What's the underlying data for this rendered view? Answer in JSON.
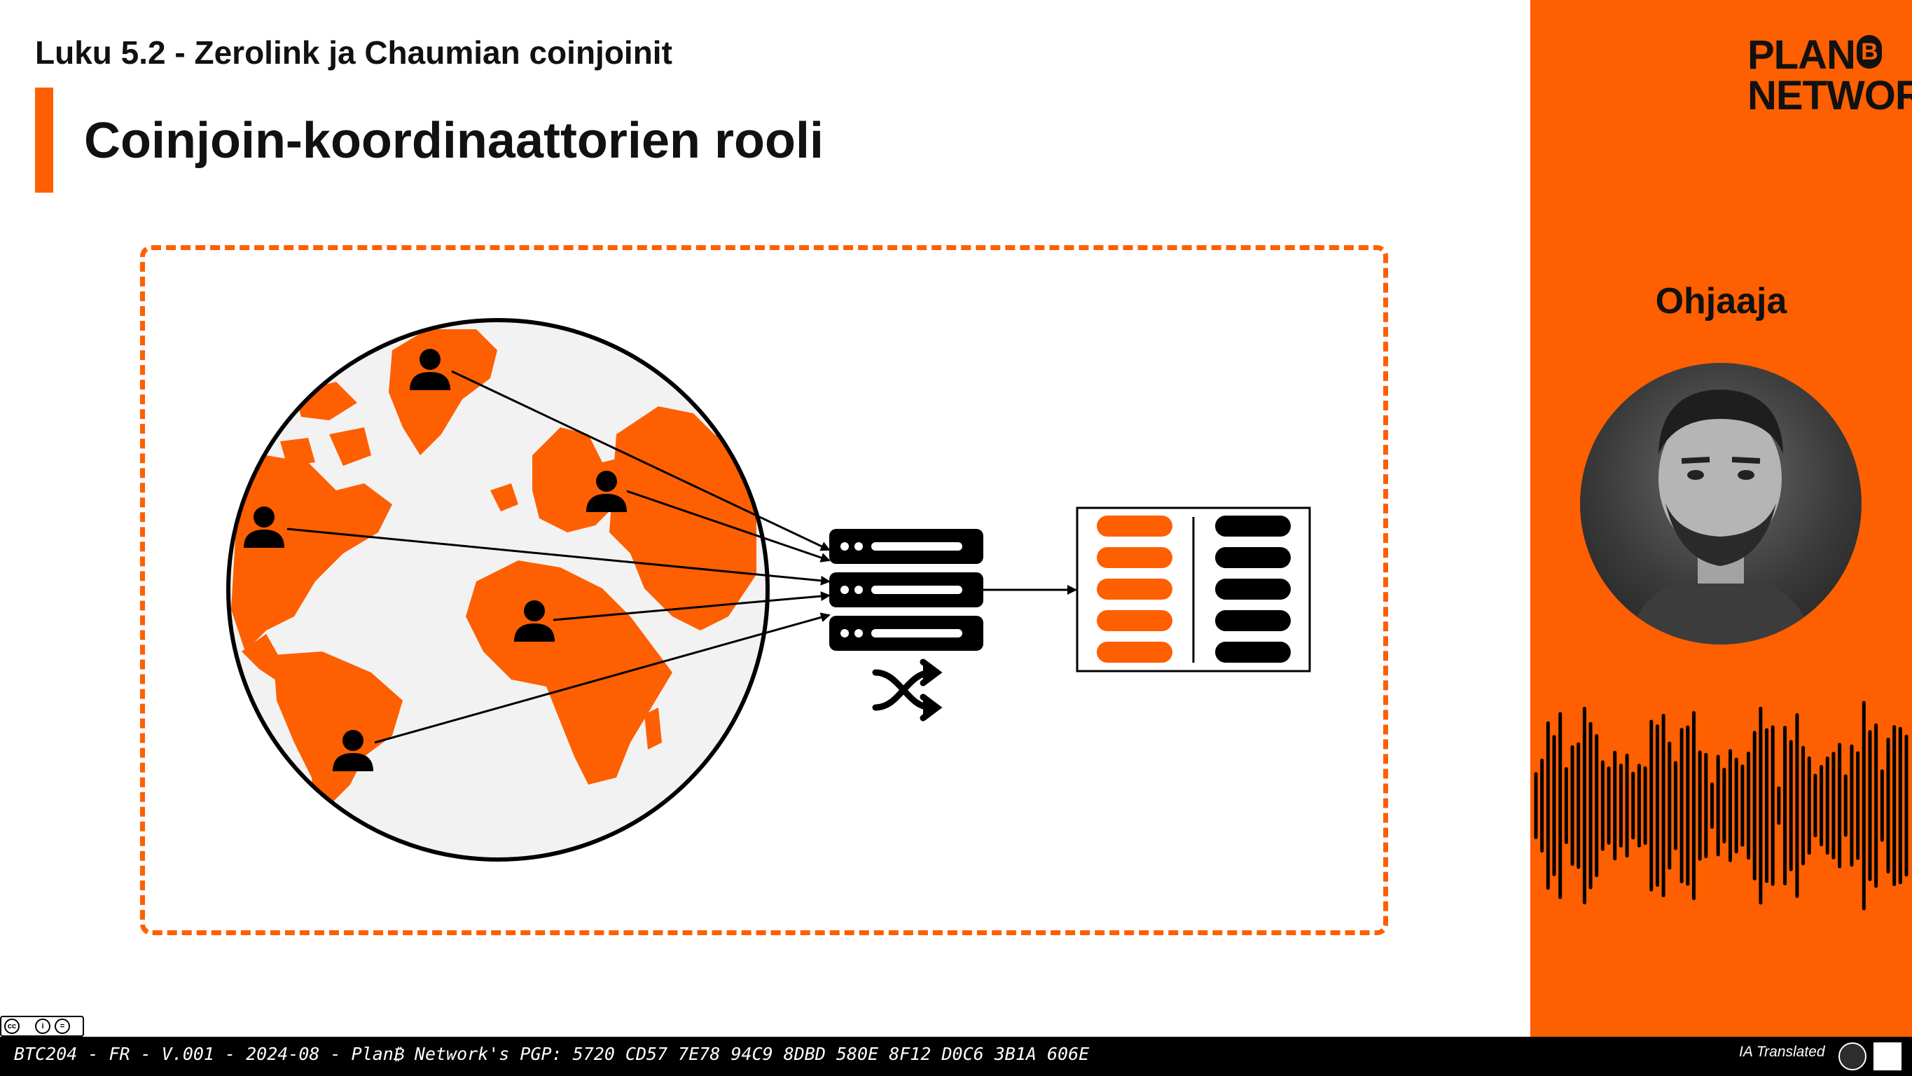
{
  "header": {
    "chapter": "Luku 5.2 - Zerolink ja Chaumian coinjoinit",
    "title": "Coinjoin-koordinaattorien rooli"
  },
  "sidebar": {
    "logo_line1": "PLAN",
    "logo_b": "B",
    "logo_line2": "NETWORK",
    "role": "Ohjaaja"
  },
  "footer": {
    "text": "BTC204 - FR - V.001 - 2024-08 - Plan₿ Network's PGP: 5720 CD57 7E78 94C9 8DBD 580E 8F12 D0C6 3B1A 606E",
    "ia_label": "IA Translated"
  },
  "colors": {
    "accent": "#fe5f00",
    "dark": "#000000",
    "globe": "#f2f2f2"
  },
  "icons": [
    "user-icon",
    "server-icon",
    "shuffle-icon",
    "transaction-icon",
    "creative-commons-icon"
  ]
}
